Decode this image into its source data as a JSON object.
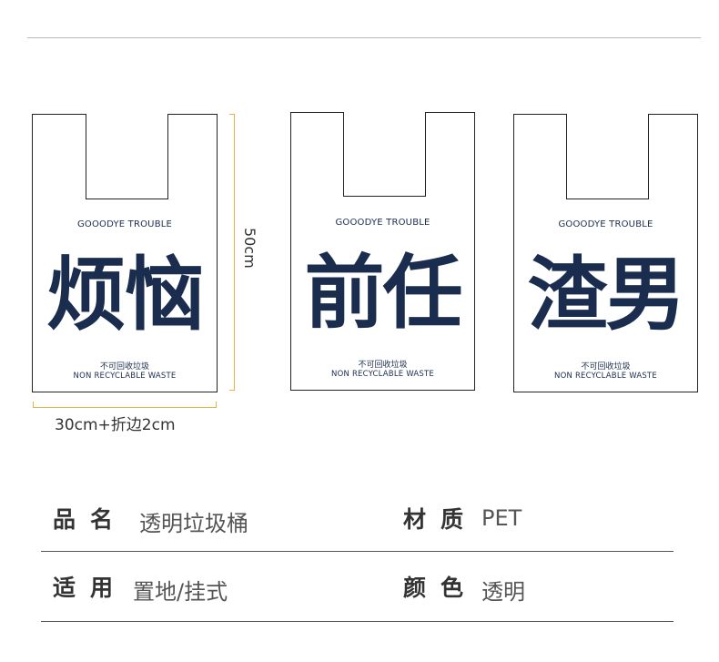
{
  "bags": [
    {
      "brand": "GOOODYE TROUBLE",
      "word": "烦恼",
      "sub_cn": "不可回收垃圾",
      "sub_en": "NON RECYCLABLE WASTE"
    },
    {
      "brand": "GOOODYE TROUBLE",
      "word": "前任",
      "sub_cn": "不可回收垃圾",
      "sub_en": "NON RECYCLABLE WASTE"
    },
    {
      "brand": "GOOODYE TROUBLE",
      "word": "渣男",
      "sub_cn": "不可回收垃圾",
      "sub_en": "NON RECYCLABLE WASTE"
    }
  ],
  "dimensions": {
    "height_label": "50cm",
    "width_label": "30cm+折边2cm"
  },
  "specs": {
    "name_key": "品名",
    "name_value": "透明垃圾桶",
    "material_key": "材质",
    "material_value": "PET",
    "usage_key": "适用",
    "usage_value": "置地/挂式",
    "color_key": "颜色",
    "color_value": "透明"
  },
  "colors": {
    "navy": "#1b2d4f",
    "dimension_gold": "#e3b545"
  }
}
